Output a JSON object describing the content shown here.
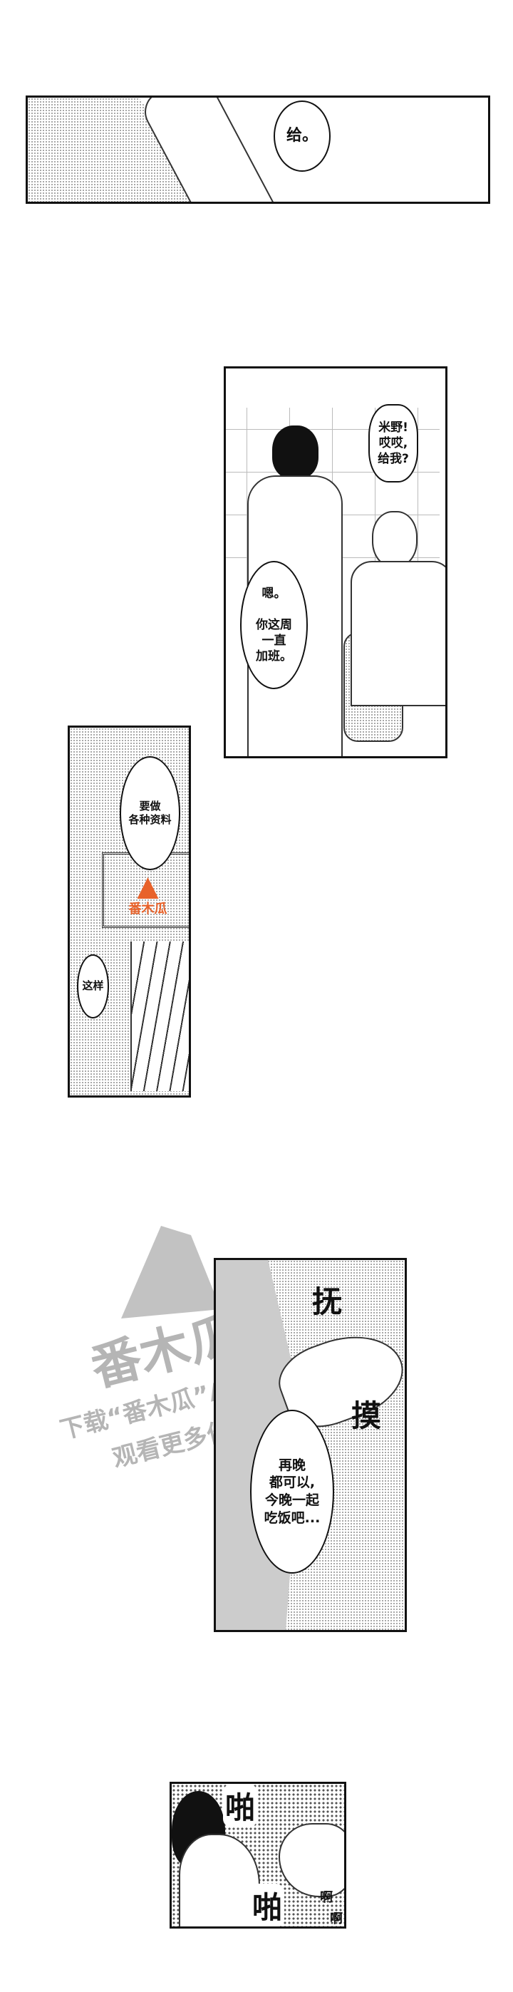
{
  "panels": {
    "p1": {
      "bubble": "给。"
    },
    "p2": {
      "bubble_top": "米野!\n哎哎,\n给我?",
      "bubble_left": "嗯。\n\n你这周\n一直\n加班。"
    },
    "p3": {
      "bubble_top": "要做\n各种资料",
      "bubble_bottom": "这样",
      "logo_text": "番木瓜"
    },
    "p4": {
      "sfx1": "抚",
      "sfx2": "摸",
      "bubble": "再晚\n都可以,\n今晚一起\n吃饭吧..."
    },
    "p5": {
      "sfx1": "啪",
      "sfx2": "啪",
      "sfx3": "啊",
      "sfx4": "啊"
    }
  },
  "watermark": {
    "logo_text": "番木瓜",
    "line1": "下载“番木瓜”APP",
    "line2": "观看更多作品"
  },
  "colors": {
    "logo_orange": "#e8622a",
    "watermark_gray": "#a9a9a9"
  }
}
